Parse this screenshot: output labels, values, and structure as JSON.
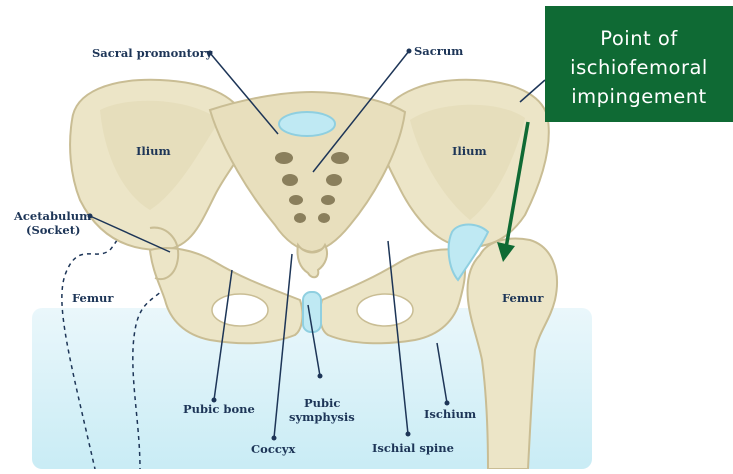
{
  "callout": {
    "lines": [
      "Point of",
      "ischiofemoral",
      "impingement"
    ],
    "color": "#0f6a34"
  },
  "labels": {
    "sacral_promontory": "Sacral promontory",
    "sacrum": "Sacrum",
    "ilium_left": "Ilium",
    "ilium_right": "Ilium",
    "acetabulum_1": "Acetabulum",
    "acetabulum_2": "(Socket)",
    "femur_left": "Femur",
    "femur_right": "Femur",
    "pubic_bone": "Pubic bone",
    "pubic_symphysis_1": "Pubic",
    "pubic_symphysis_2": "symphysis",
    "coccyx": "Coccyx",
    "ischium": "Ischium",
    "ischial_spine": "Ischial spine"
  },
  "colors": {
    "bone": "#ece5c7",
    "bone_outline": "#c9bd94",
    "cartilage": "#bfe9f3",
    "background_panel": "#dff3f8",
    "label_text": "#1d3557",
    "arrow": "#0f6a34"
  }
}
